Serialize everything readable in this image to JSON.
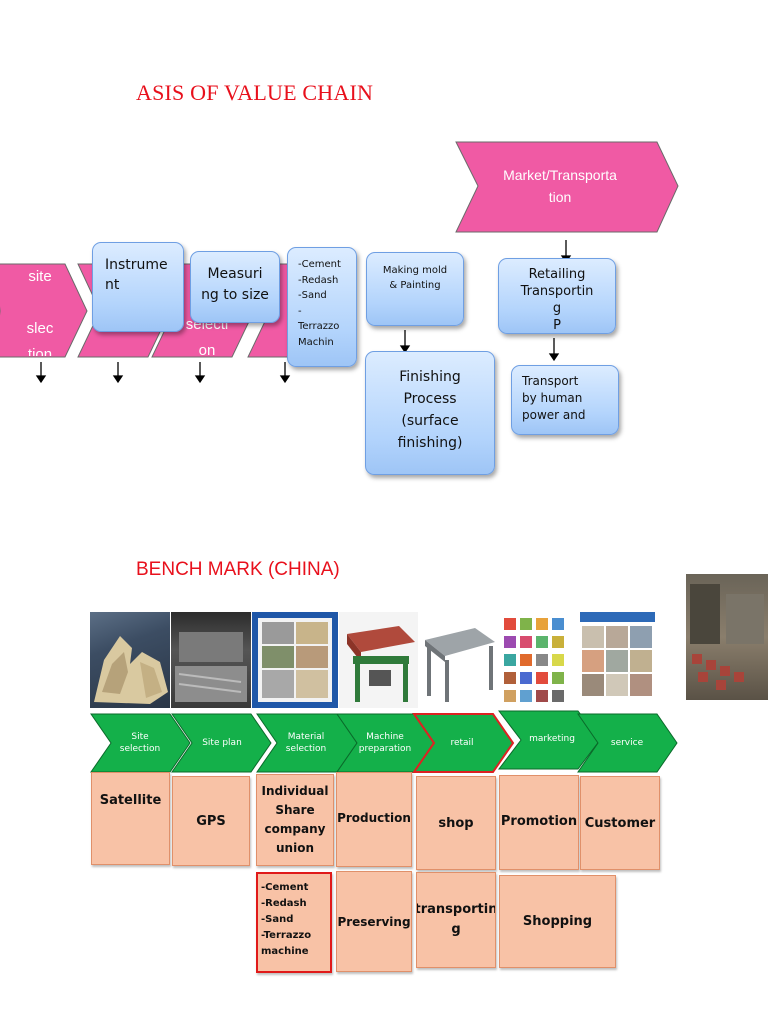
{
  "top": {
    "title": "ASIS OF VALUE CHAIN",
    "market_chevron": "Market/Transporta\ntion",
    "pink_chevrons": [
      "site\n\nslec\ntion",
      "",
      "selecti\non",
      ""
    ],
    "blue_boxes": {
      "instrument": "Instrume\nnt",
      "measuring": "Measuri\nng to size",
      "materials": "-Cement\n-Redash\n-Sand\n-\nTerrazzo\nMachin",
      "making_mold": "Making mold\n& Painting",
      "retailing": "Retailing\nTransportin\ng\nP",
      "finishing": "Finishing\nProcess\n(surface\nfinishing)",
      "transport": "Transport\nby human\npower and"
    }
  },
  "bench": {
    "title": "BENCH MARK (CHINA)",
    "chevrons": [
      "Site\nselection",
      "Site plan",
      "Material\nselection",
      "Machine\npreparation",
      "retail",
      "marketing",
      "service"
    ],
    "row1": [
      "Satellite",
      "GPS",
      "Individual\nShare\ncompany\nunion",
      "Production",
      "shop",
      "Promotion",
      "Customer"
    ],
    "row2": {
      "materials": "-Cement\n-Redash\n-Sand\n-Terrazzo\nmachine",
      "preserving": "Preserving",
      "transporting": "transportin\ng",
      "shopping": "Shopping"
    }
  },
  "colors": {
    "title_red": "#e8101c",
    "pink": "#f05aa4",
    "green": "#14b04a",
    "salmon": "#f8c2a6",
    "blue_box": "#b3d4fc"
  }
}
